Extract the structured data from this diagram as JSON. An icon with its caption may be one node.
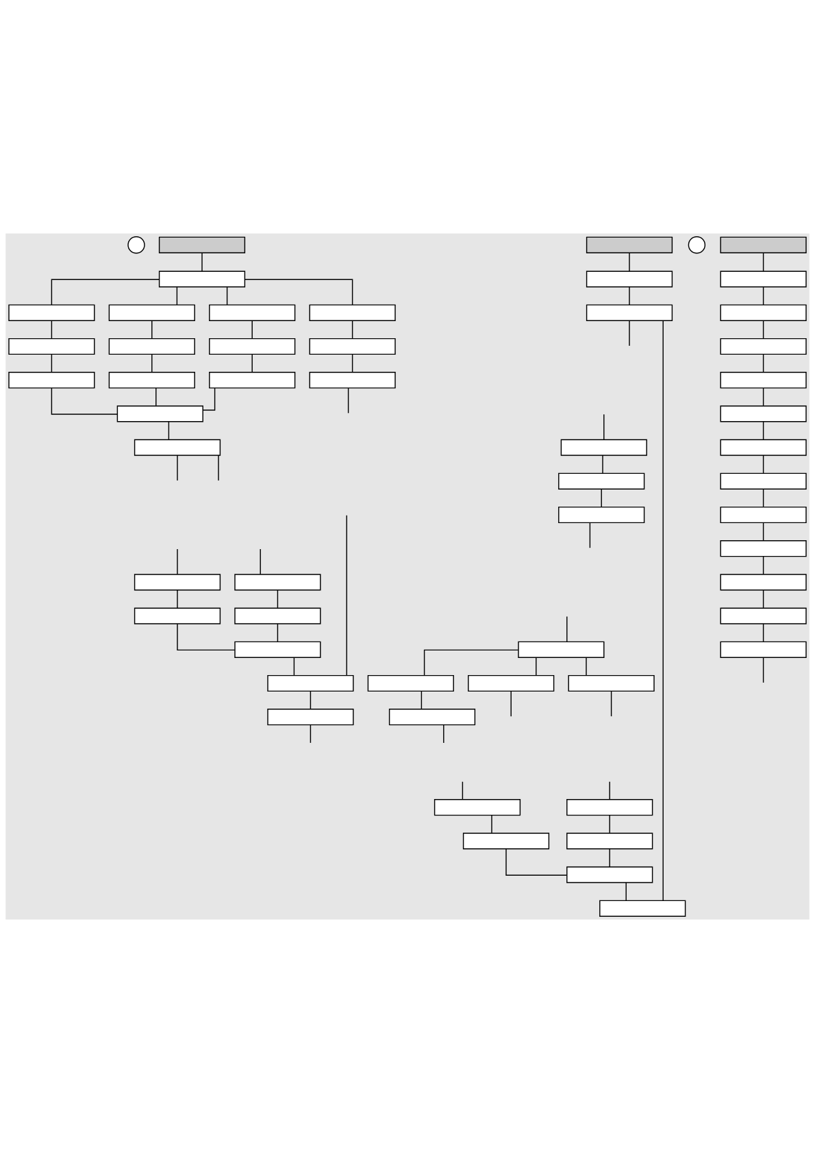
{
  "diagram": {
    "nodes": [
      {
        "text": [],
        "shape": "circle"
      },
      {
        "text": [],
        "shape": "box"
      },
      {
        "text": [],
        "shape": "box"
      },
      {
        "text": [],
        "shape": "box"
      },
      {
        "text": [],
        "shape": "box"
      },
      {
        "text": [],
        "shape": "box"
      },
      {
        "text": [],
        "shape": "box"
      },
      {
        "text": [],
        "shape": "box"
      },
      {
        "text": [],
        "shape": "box"
      },
      {
        "text": [],
        "shape": "box"
      },
      {
        "text": [],
        "shape": "box"
      },
      {
        "text": [],
        "shape": "box"
      },
      {
        "text": [],
        "shape": "box"
      },
      {
        "text": [],
        "shape": "box"
      },
      {
        "text": [],
        "shape": "box"
      },
      {
        "text": [],
        "shape": "box"
      },
      {
        "text": [],
        "shape": "box"
      },
      {
        "text": [],
        "shape": "box"
      },
      {
        "text": [],
        "shape": "box"
      },
      {
        "text": [],
        "shape": "box"
      },
      {
        "text": [],
        "shape": "box"
      },
      {
        "text": [],
        "shape": "box"
      },
      {
        "text": [],
        "shape": "box"
      },
      {
        "text": [],
        "shape": "box"
      },
      {
        "text": [],
        "shape": "box"
      },
      {
        "text": [],
        "shape": "box"
      },
      {
        "text": [],
        "shape": "box"
      },
      {
        "text": [],
        "shape": "box"
      },
      {
        "text": [],
        "shape": "box"
      },
      {
        "text": [],
        "shape": "box"
      },
      {
        "text": [],
        "shape": "box"
      },
      {
        "text": [],
        "shape": "box"
      },
      {
        "text": [],
        "shape": "box"
      },
      {
        "text": [],
        "shape": "box"
      },
      {
        "text": [],
        "shape": "box"
      },
      {
        "text": [],
        "shape": "box"
      },
      {
        "text": [],
        "shape": "box"
      },
      {
        "text": [],
        "shape": "box"
      },
      {
        "text": [],
        "shape": "box"
      },
      {
        "text": [],
        "shape": "box"
      },
      {
        "text": [],
        "shape": "box"
      },
      {
        "text": [],
        "shape": "circle"
      },
      {
        "text": [],
        "shape": "box"
      },
      {
        "text": [],
        "shape": "box"
      },
      {
        "text": [],
        "shape": "box"
      },
      {
        "text": [],
        "shape": "box"
      },
      {
        "text": [],
        "shape": "box"
      },
      {
        "text": [],
        "shape": "box"
      },
      {
        "text": [],
        "shape": "box"
      },
      {
        "text": [],
        "shape": "box"
      },
      {
        "text": [],
        "shape": "box"
      },
      {
        "text": [],
        "shape": "box"
      },
      {
        "text": [],
        "shape": "box"
      },
      {
        "text": [],
        "shape": "box"
      },
      {
        "text": [],
        "shape": "box"
      }
    ],
    "edges": [
      {
        "from": 1,
        "to": 2,
        "arrow": "none"
      },
      {
        "from": 2,
        "to": 3,
        "arrow": "none"
      },
      {
        "from": 2,
        "to": 4,
        "arrow": "none"
      },
      {
        "from": 2,
        "to": 5,
        "arrow": "none"
      },
      {
        "from": 2,
        "to": 6,
        "arrow": "none"
      },
      {
        "from": 3,
        "to": 7,
        "arrow": "none"
      },
      {
        "from": 4,
        "to": 8,
        "arrow": "none"
      },
      {
        "from": 5,
        "to": 9,
        "arrow": "none"
      },
      {
        "from": 6,
        "to": 10,
        "arrow": "none"
      },
      {
        "from": 7,
        "to": 11,
        "arrow": "none"
      },
      {
        "from": 8,
        "to": 12,
        "arrow": "none"
      },
      {
        "from": 9,
        "to": 13,
        "arrow": "none"
      },
      {
        "from": 10,
        "to": 14,
        "arrow": "none"
      },
      {
        "from": 11,
        "to": 15,
        "arrow": "none"
      },
      {
        "from": 12,
        "to": 15,
        "arrow": "none"
      },
      {
        "from": 13,
        "to": 15,
        "arrow": "none"
      },
      {
        "from": 14,
        "to": null,
        "arrow": "none"
      },
      {
        "from": 15,
        "to": 16,
        "arrow": "none"
      },
      {
        "from": 16,
        "to": null,
        "arrow": "none"
      },
      {
        "from": 16,
        "to": null,
        "arrow": "none"
      },
      {
        "from": null,
        "to": 17,
        "arrow": "none"
      },
      {
        "from": null,
        "to": 18,
        "arrow": "none"
      },
      {
        "from": 17,
        "to": 19,
        "arrow": "none"
      },
      {
        "from": 18,
        "to": 20,
        "arrow": "none"
      },
      {
        "from": 19,
        "to": 21,
        "arrow": "none"
      },
      {
        "from": 20,
        "to": 21,
        "arrow": "none"
      },
      {
        "from": 21,
        "to": 22,
        "arrow": "none"
      },
      {
        "from": null,
        "to": 22,
        "arrow": "none"
      },
      {
        "from": 22,
        "to": 23,
        "arrow": "none"
      },
      {
        "from": 23,
        "to": null,
        "arrow": "none"
      },
      {
        "from": 24,
        "to": 25,
        "arrow": "none"
      },
      {
        "from": 25,
        "to": 26,
        "arrow": "none"
      },
      {
        "from": 26,
        "to": null,
        "arrow": "none"
      },
      {
        "from": null,
        "to": 27,
        "arrow": "none"
      },
      {
        "from": 27,
        "to": 28,
        "arrow": "none"
      },
      {
        "from": 28,
        "to": 29,
        "arrow": "none"
      },
      {
        "from": 29,
        "to": null,
        "arrow": "none"
      },
      {
        "from": null,
        "to": 30,
        "arrow": "none"
      },
      {
        "from": 30,
        "to": 31,
        "arrow": "none"
      },
      {
        "from": 30,
        "to": 32,
        "arrow": "none"
      },
      {
        "from": 30,
        "to": 33,
        "arrow": "none"
      },
      {
        "from": 32,
        "to": 34,
        "arrow": "none"
      },
      {
        "from": 31,
        "to": null,
        "arrow": "none"
      },
      {
        "from": 34,
        "to": null,
        "arrow": "none"
      },
      {
        "from": 33,
        "to": null,
        "arrow": "none"
      },
      {
        "from": null,
        "to": 35,
        "arrow": "none"
      },
      {
        "from": null,
        "to": 36,
        "arrow": "none"
      },
      {
        "from": 35,
        "to": 37,
        "arrow": "none"
      },
      {
        "from": 36,
        "to": 38,
        "arrow": "none"
      },
      {
        "from": 37,
        "to": 39,
        "arrow": "none"
      },
      {
        "from": 38,
        "to": 39,
        "arrow": "none"
      },
      {
        "from": 39,
        "to": 40,
        "arrow": "none"
      },
      {
        "from": 40,
        "to": 26,
        "arrow": "none"
      },
      {
        "from": 42,
        "to": 43,
        "arrow": "none"
      },
      {
        "from": 43,
        "to": 44,
        "arrow": "none"
      },
      {
        "from": 44,
        "to": 45,
        "arrow": "none"
      },
      {
        "from": 45,
        "to": 46,
        "arrow": "none"
      },
      {
        "from": 46,
        "to": 47,
        "arrow": "none"
      },
      {
        "from": 47,
        "to": 48,
        "arrow": "none"
      },
      {
        "from": 48,
        "to": 49,
        "arrow": "none"
      },
      {
        "from": 49,
        "to": 50,
        "arrow": "none"
      },
      {
        "from": 50,
        "to": 51,
        "arrow": "none"
      },
      {
        "from": 51,
        "to": 52,
        "arrow": "none"
      },
      {
        "from": 52,
        "to": 53,
        "arrow": "none"
      },
      {
        "from": 53,
        "to": 54,
        "arrow": "none"
      },
      {
        "from": 54,
        "to": null,
        "arrow": "none"
      }
    ]
  }
}
